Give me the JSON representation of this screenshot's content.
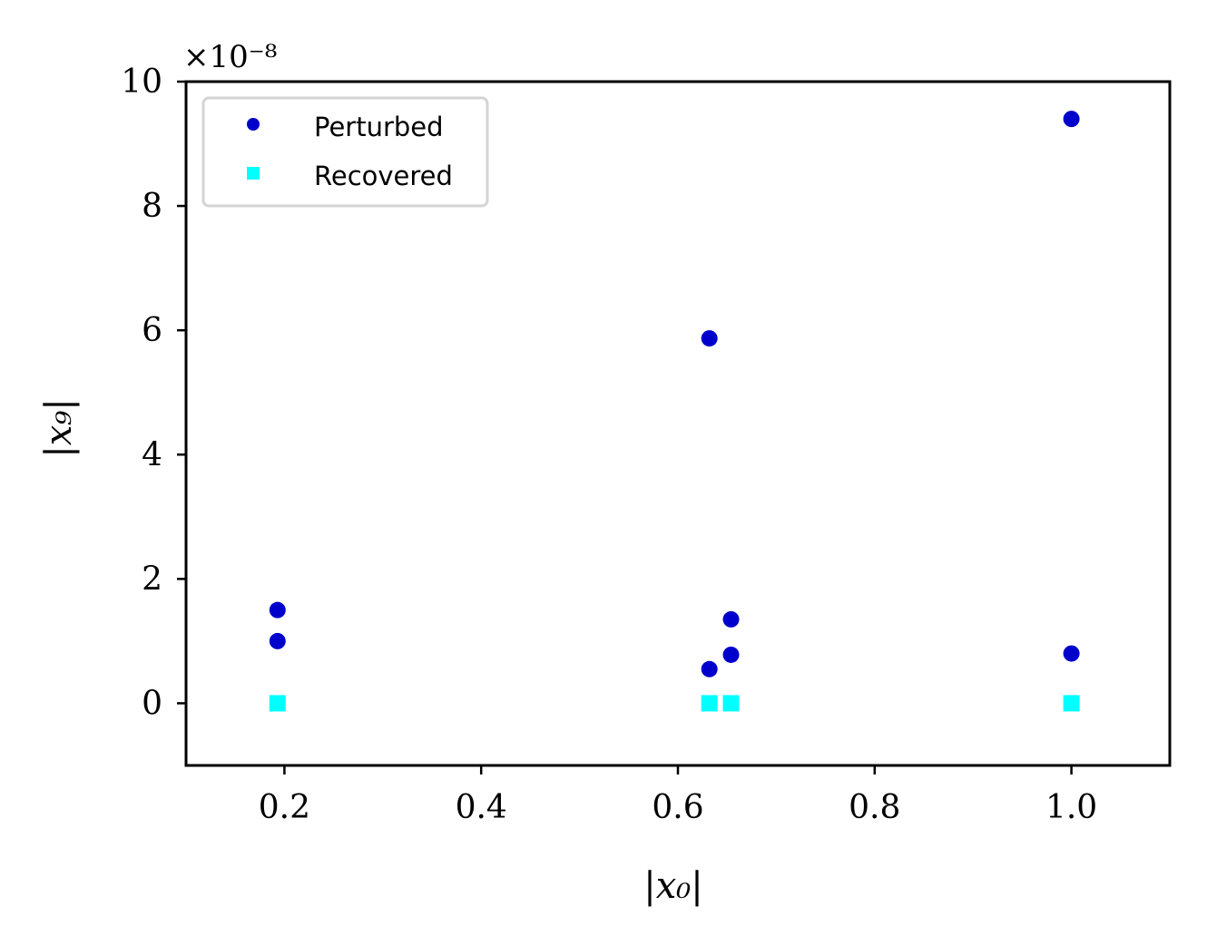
{
  "chart_data": {
    "type": "scatter",
    "title": "",
    "xlabel": "|x₀|",
    "ylabel": "|x₉|",
    "y_scale_label": "×10⁻⁸",
    "xlim": [
      0.1,
      1.1
    ],
    "ylim": [
      -1,
      10
    ],
    "x_ticks": [
      0.2,
      0.4,
      0.6,
      0.8,
      1.0
    ],
    "x_tick_labels": [
      "0.2",
      "0.4",
      "0.6",
      "0.8",
      "1.0"
    ],
    "y_ticks": [
      0,
      2,
      4,
      6,
      8,
      10
    ],
    "y_tick_labels": [
      "0",
      "2",
      "4",
      "6",
      "8",
      "10"
    ],
    "grid": false,
    "legend": "top-left",
    "series": [
      {
        "name": "Perturbed",
        "marker": "circle",
        "color": "#0000cd",
        "points": [
          {
            "x": 0.193,
            "y": 1.5
          },
          {
            "x": 0.193,
            "y": 1.0
          },
          {
            "x": 0.632,
            "y": 5.87
          },
          {
            "x": 0.632,
            "y": 0.55
          },
          {
            "x": 0.654,
            "y": 1.35
          },
          {
            "x": 0.654,
            "y": 0.78
          },
          {
            "x": 1.0,
            "y": 9.4
          },
          {
            "x": 1.0,
            "y": 0.8
          }
        ]
      },
      {
        "name": "Recovered",
        "marker": "square",
        "color": "#00ffff",
        "points": [
          {
            "x": 0.193,
            "y": 0
          },
          {
            "x": 0.632,
            "y": 0
          },
          {
            "x": 0.654,
            "y": 0
          },
          {
            "x": 1.0,
            "y": 0
          }
        ]
      }
    ]
  }
}
